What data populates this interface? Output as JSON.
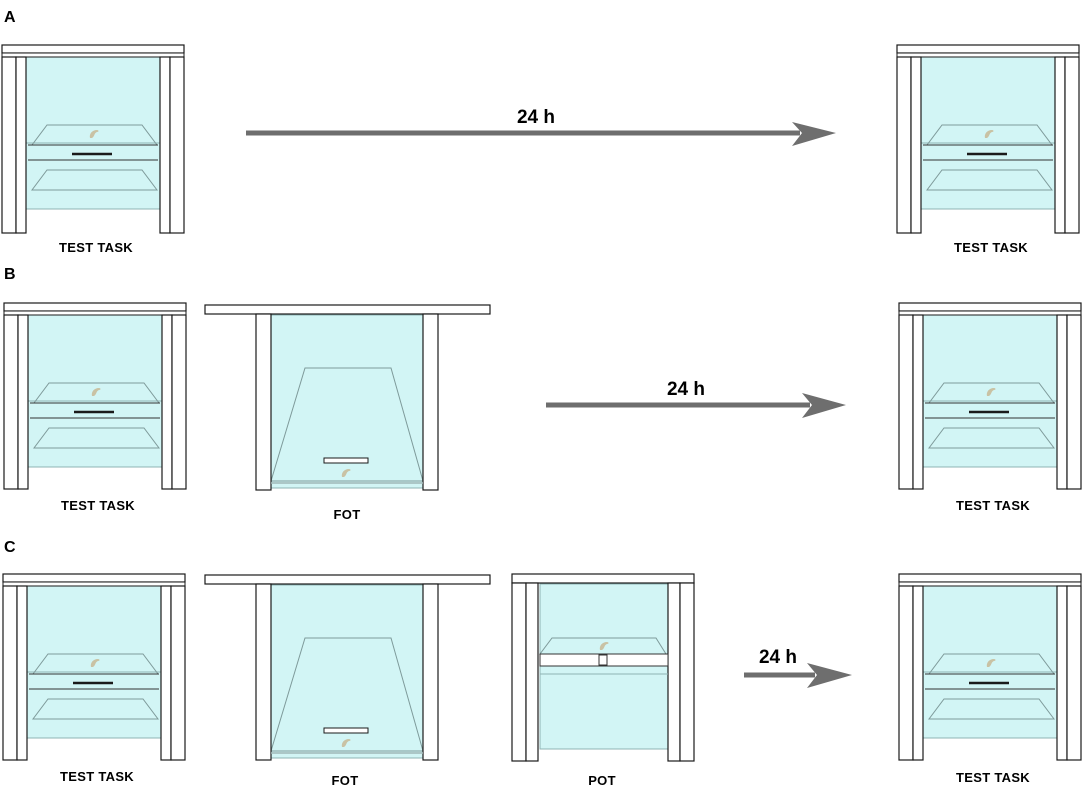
{
  "panels": [
    {
      "letter": "A",
      "duration": "24 h",
      "before": [
        "TEST TASK"
      ],
      "after": "TEST TASK"
    },
    {
      "letter": "B",
      "duration": "24 h",
      "before": [
        "TEST TASK",
        "FOT"
      ],
      "after": "TEST TASK"
    },
    {
      "letter": "C",
      "duration": "24 h",
      "before": [
        "TEST TASK",
        "FOT",
        "POT"
      ],
      "after": "TEST TASK"
    }
  ],
  "colors": {
    "glass": "#d2f5f5",
    "glass_stroke": "#8fb4b4",
    "frame": "#ffffff",
    "frame_stroke": "#1a1a1a",
    "arrow": "#6e6e6e",
    "reward": "#c9c2a4"
  }
}
